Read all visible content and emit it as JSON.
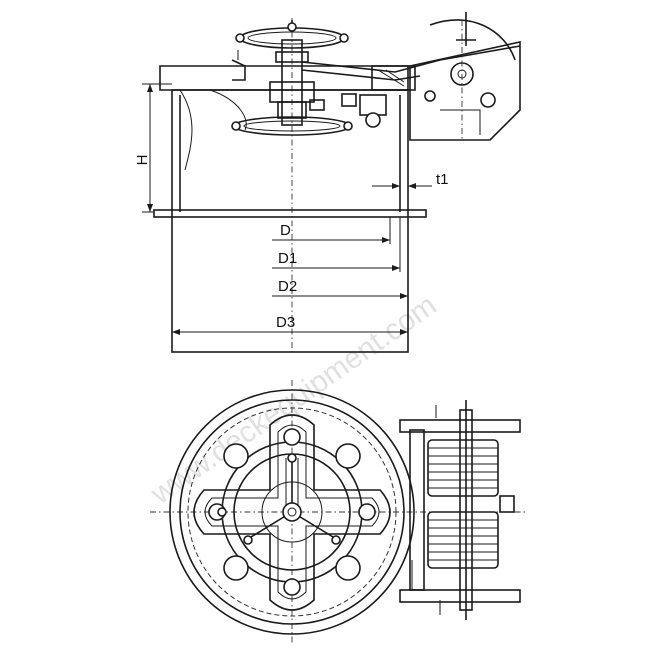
{
  "labels": {
    "h": "H",
    "t1": "t1",
    "d": "D",
    "d1": "D1",
    "d2": "D2",
    "d3": "D3"
  },
  "watermark": "www.deckequipment.com",
  "colors": {
    "line": "#1a1a1a",
    "background": "#ffffff",
    "watermark": "#c8c8c8"
  }
}
